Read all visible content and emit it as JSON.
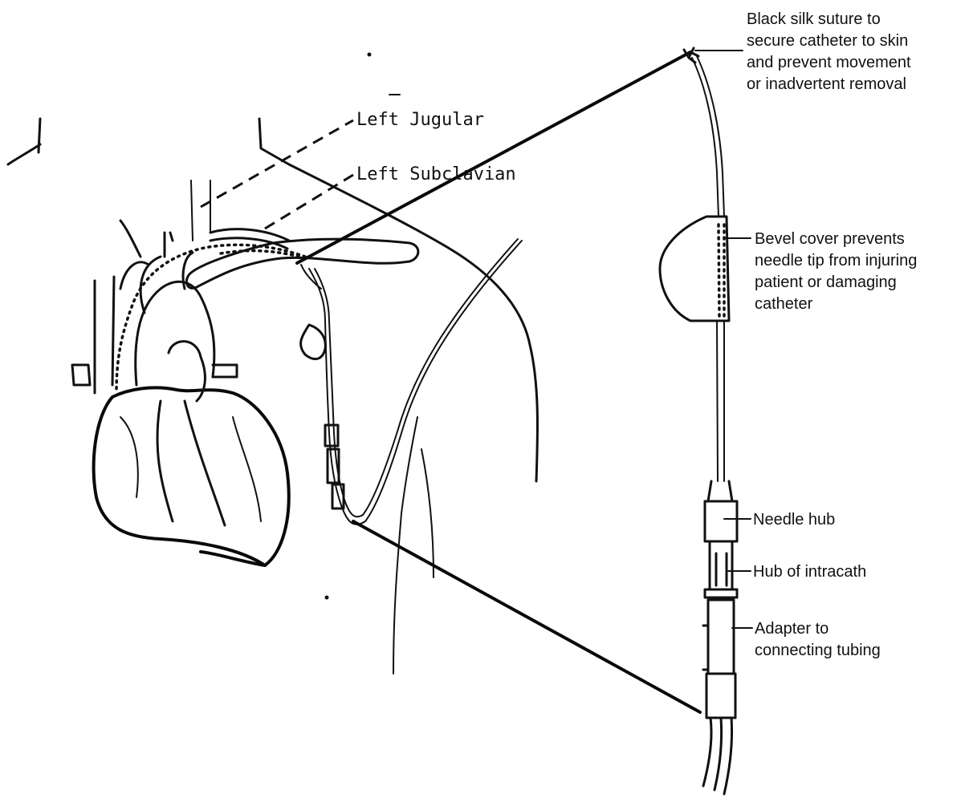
{
  "labels": {
    "left_jugular": "Left Jugular",
    "left_subclavian": "Left Subclavian",
    "suture_lines": [
      "Black silk suture to",
      "secure catheter to skin",
      "and prevent movement",
      "or inadvertent removal"
    ],
    "bevel_lines": [
      "Bevel cover prevents",
      "needle tip from injuring",
      "patient or damaging",
      "catheter"
    ],
    "needle_hub": "Needle hub",
    "hub_intracath": "Hub of intracath",
    "adapter_lines": [
      "Adapter to",
      "connecting tubing"
    ]
  }
}
